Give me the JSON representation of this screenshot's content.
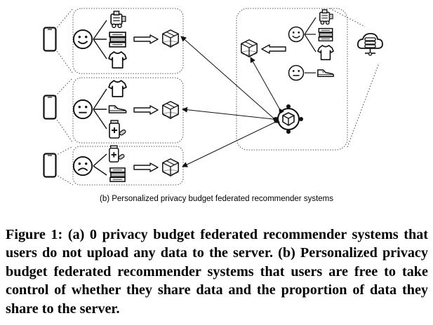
{
  "subcaption": "(b) Personalized privacy budget federated recommender systems",
  "caption": {
    "label": "Figure 1:",
    "text": "(a) 0 privacy budget federated recommender systems that users do not upload any data to the server. (b) Personalized privacy budget federated recommender systems that users are free to take control of whether they share data and the proportion of data they share to the server."
  },
  "diagram": {
    "users": [
      {
        "face": "happy-face-icon",
        "items": [
          "toy-icon",
          "books-icon",
          "tshirt-icon"
        ]
      },
      {
        "face": "neutral-face-icon",
        "items": [
          "tshirt-icon",
          "shoe-icon",
          "medicine-icon"
        ]
      },
      {
        "face": "sad-face-icon",
        "items": [
          "medicine-icon",
          "books-icon"
        ]
      }
    ],
    "server_users": [
      {
        "face": "happy-face-icon",
        "items": [
          "toy-icon",
          "books-icon",
          "tshirt-icon"
        ]
      },
      {
        "face": "neutral-face-icon",
        "items": [
          "shoe-icon"
        ]
      }
    ],
    "colors": {
      "stroke": "#222222",
      "panel_border": "#555555"
    }
  }
}
